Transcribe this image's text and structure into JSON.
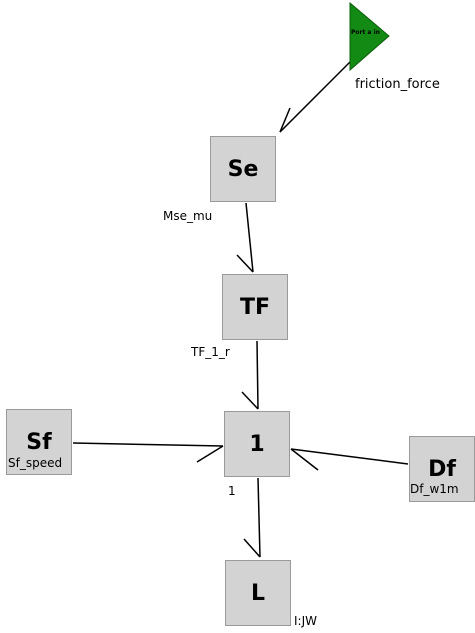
{
  "port": {
    "text": "Port a in",
    "label": "friction_force",
    "color": "#138a13"
  },
  "blocks": {
    "se": {
      "title": "Se",
      "label": "Mse_mu"
    },
    "tf": {
      "title": "TF",
      "label": "TF_1_r"
    },
    "one": {
      "title": "1",
      "label": "1"
    },
    "sf": {
      "title": "Sf",
      "label": "Sf_speed"
    },
    "df": {
      "title": "Df",
      "label": "Df_w1m"
    },
    "l": {
      "title": "L",
      "label": "I:JW"
    }
  },
  "colors": {
    "block_fill": "#d3d3d3",
    "block_border": "#9a9a9a",
    "wire": "#000000"
  }
}
